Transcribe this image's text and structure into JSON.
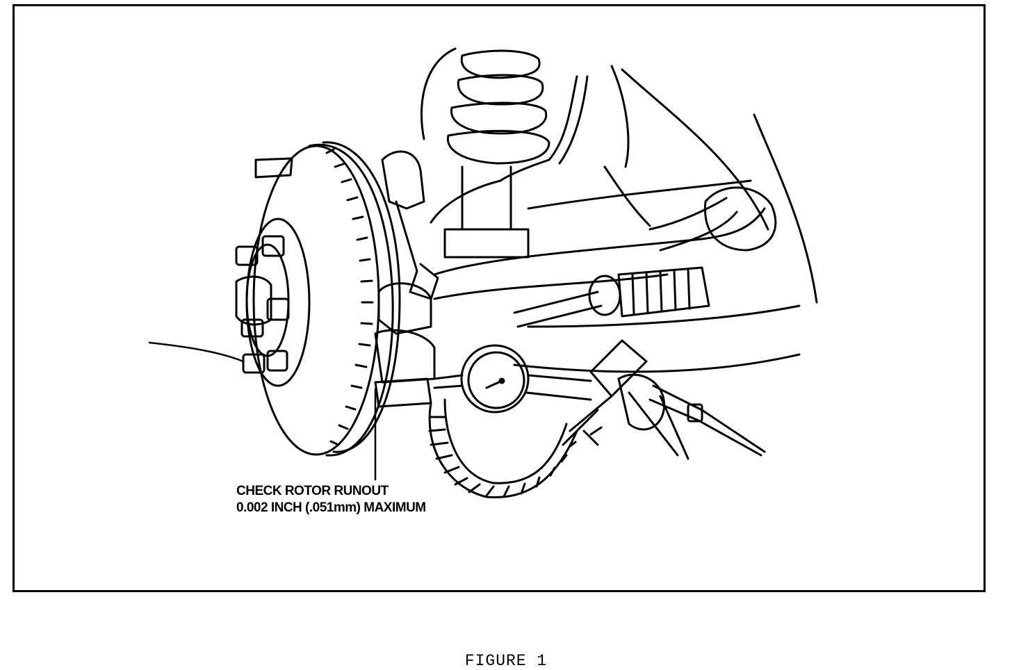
{
  "figure": {
    "callout_line1": "CHECK ROTOR RUNOUT",
    "callout_line2": "0.002 INCH (.051mm) MAXIMUM",
    "caption": "FIGURE 1"
  }
}
